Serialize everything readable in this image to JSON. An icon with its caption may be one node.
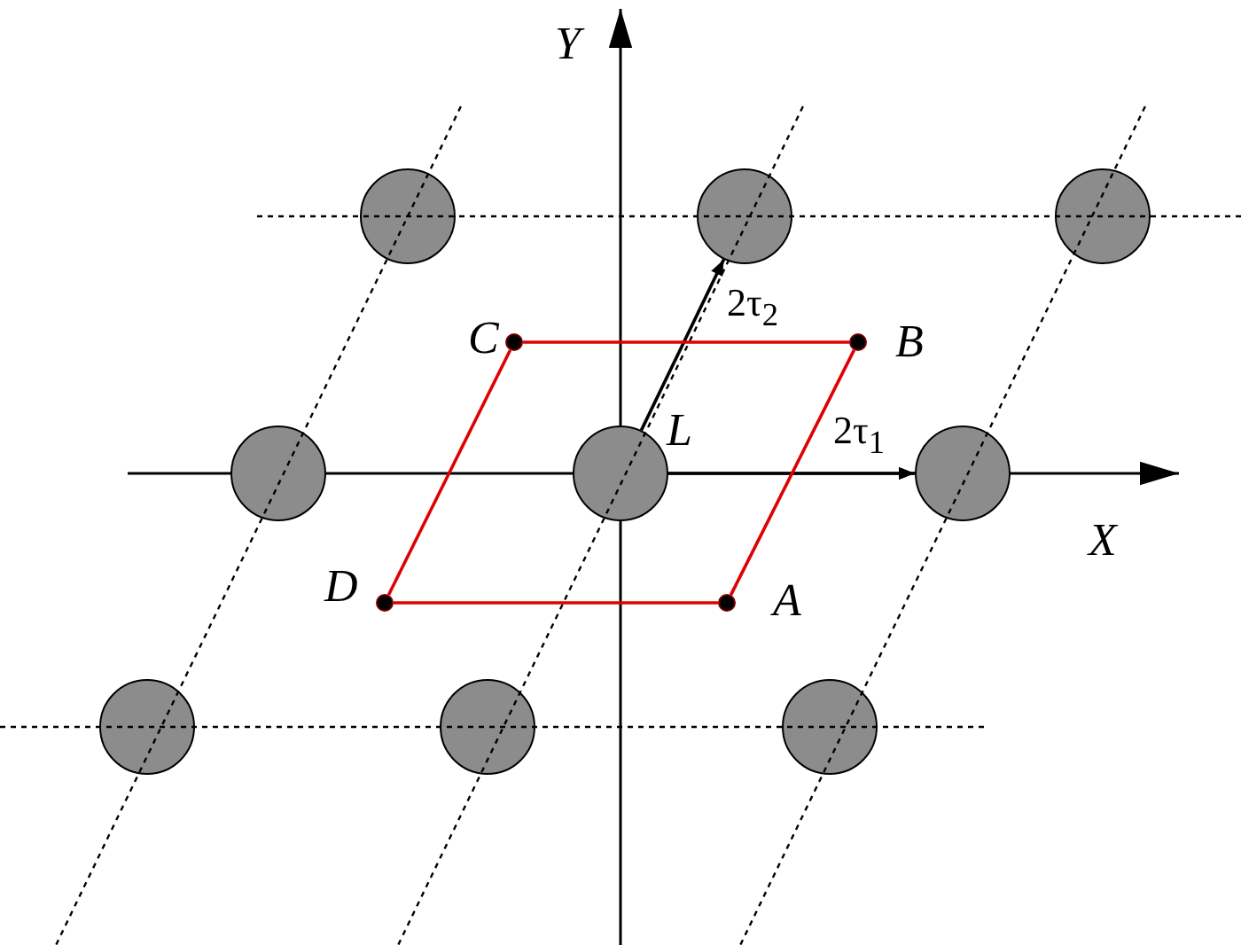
{
  "diagram": {
    "nodes": [
      {
        "text": [],
        "shape": "circle"
      },
      {
        "text": [],
        "shape": "circle"
      },
      {
        "text": [],
        "shape": "circle"
      },
      {
        "text": [],
        "shape": "circle",
        "beside": [
          "C"
        ]
      },
      {
        "text": [],
        "shape": "circle",
        "beside": [
          "B"
        ]
      },
      {
        "text": [],
        "shape": "circle"
      },
      {
        "text": [],
        "shape": "circle",
        "beside": [
          "L"
        ]
      },
      {
        "text": [],
        "shape": "circle"
      },
      {
        "text": [],
        "shape": "circle",
        "beside": [
          "D"
        ]
      },
      {
        "text": [],
        "shape": "circle",
        "beside": [
          "A"
        ]
      },
      {
        "text": [],
        "shape": "circle"
      },
      {
        "text": [],
        "shape": "circle"
      },
      {
        "text": [],
        "shape": "circle"
      }
    ],
    "edges": [
      {
        "from": 6,
        "to": 7,
        "arrow": "to",
        "label": "2τ$_{1}$",
        "color": "#000000"
      },
      {
        "from": 6,
        "to": 1,
        "arrow": "to",
        "label": "2τ$_{2}$",
        "color": "#000000"
      },
      {
        "from": 9,
        "to": 4,
        "arrow": "none",
        "color": "#e00000"
      },
      {
        "from": 4,
        "to": 3,
        "arrow": "none",
        "color": "#e00000"
      },
      {
        "from": 3,
        "to": 8,
        "arrow": "none",
        "color": "#e00000"
      },
      {
        "from": 8,
        "to": 9,
        "arrow": "none",
        "color": "#e00000"
      }
    ],
    "labels": [
      "Y",
      "X"
    ]
  }
}
